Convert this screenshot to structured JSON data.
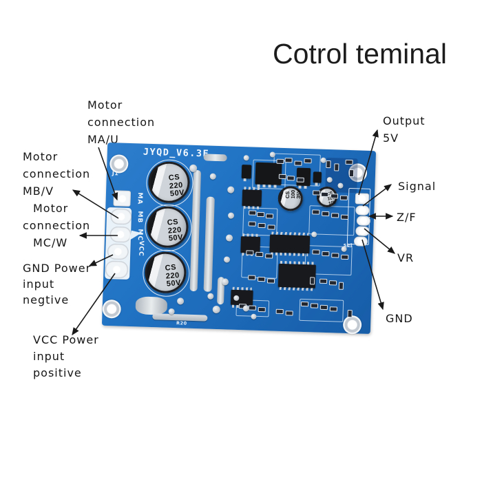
{
  "title": "Cotrol teminal",
  "callouts": {
    "left": [
      {
        "l1": "Motor",
        "l2": "connection",
        "l3": "MA/U"
      },
      {
        "l1": "Motor",
        "l2": "connection",
        "l3": "MB/V"
      },
      {
        "l1": "Motor",
        "l2": "connection",
        "l3": "MC/W"
      },
      {
        "l1": "GND Power",
        "l2": "input",
        "l3": "negtive"
      },
      {
        "l1": "VCC Power",
        "l2": "input",
        "l3": "positive"
      }
    ],
    "right": [
      {
        "l1": "Output",
        "l2": "5V"
      },
      {
        "l1": "Signal"
      },
      {
        "l1": "Z/F"
      },
      {
        "l1": "VR"
      },
      {
        "l1": "GND"
      }
    ]
  },
  "board": {
    "model": "JYQD_V6.3E",
    "ref_j1": "J1",
    "pad_ma": "MA",
    "pad_mb": "MB",
    "pad_mc": "MC",
    "pad_vcc": "VCC",
    "set_label": "set",
    "r20_label": "R20",
    "cap_big": {
      "l1": "CS",
      "l2": "220",
      "l3": "50V"
    },
    "cap_mid": {
      "l1": "CS",
      "l2": "100",
      "l3": "35V"
    },
    "cap_small": {
      "l1": "CS",
      "l2": "100",
      "l3": "10V"
    },
    "colors": {
      "pcb": "#2173c4",
      "pcb_dark": "#14549b",
      "silkscreen": "#eff6fc",
      "solder": "#c9d0d7",
      "ic": "#17191c",
      "annotation_text": "#161616"
    }
  }
}
